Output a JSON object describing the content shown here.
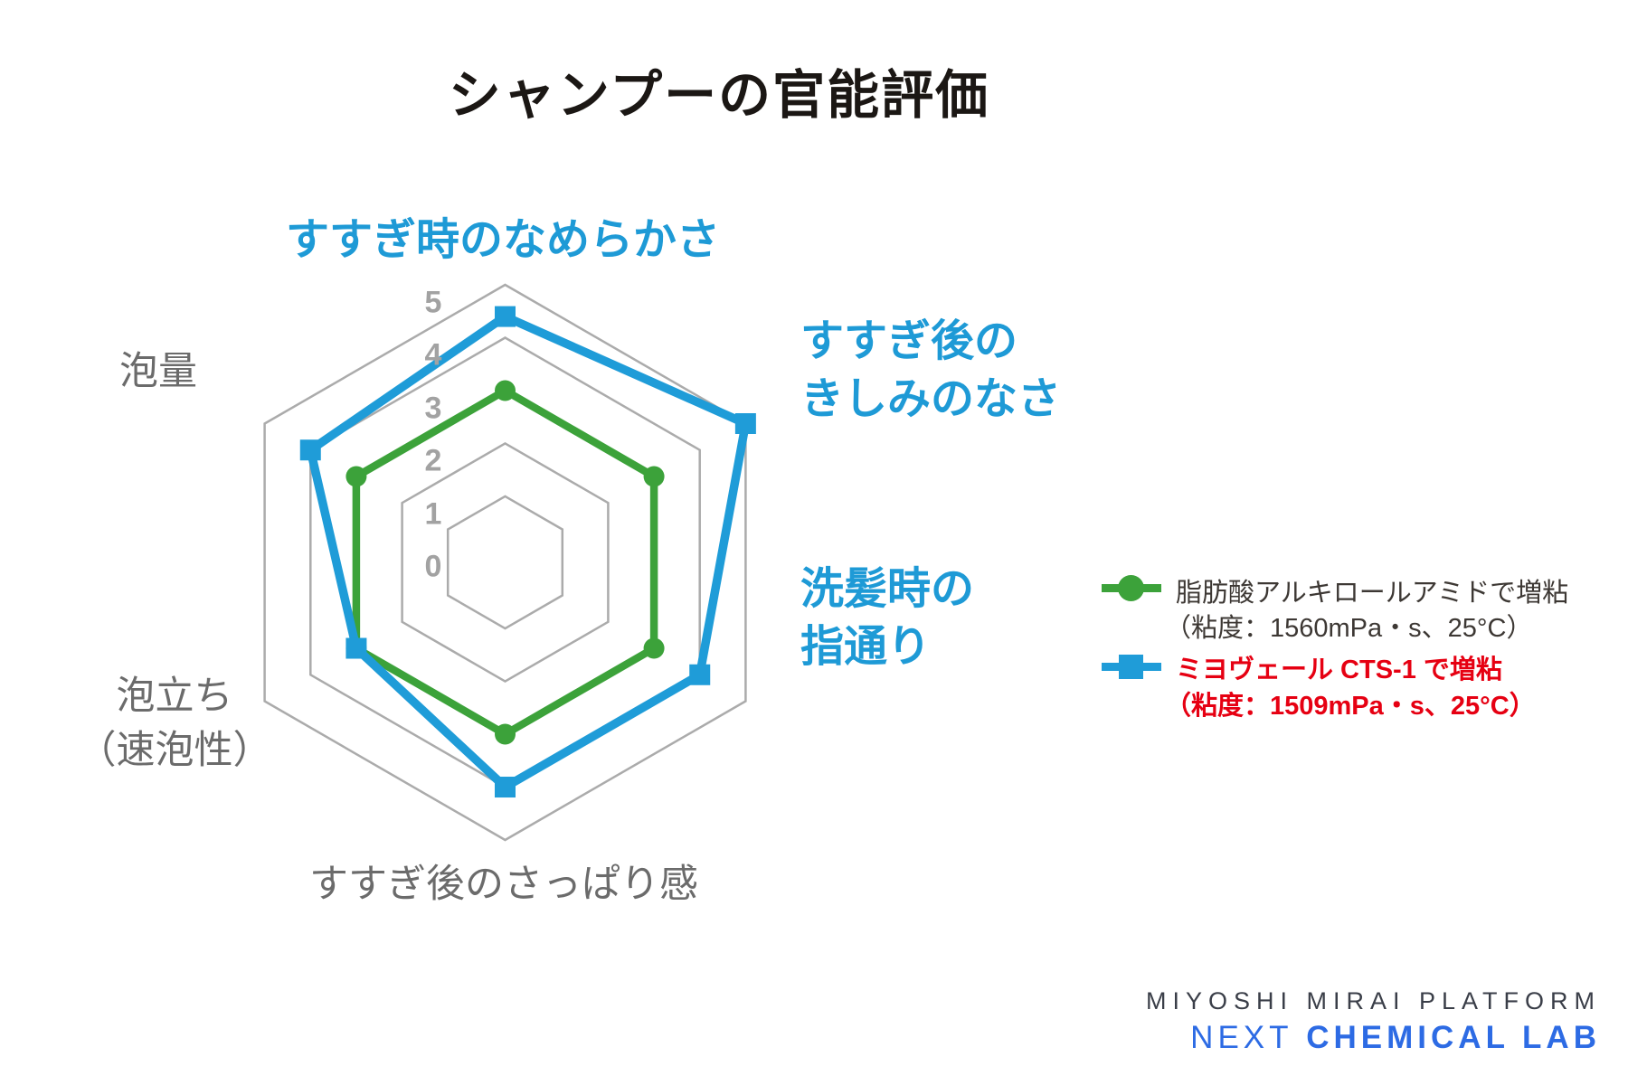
{
  "title": "シャンプーの官能評価",
  "chart_data": {
    "type": "radar",
    "grid_shape": "hexagon",
    "grid_color": "#ababab",
    "categories": [
      "すすぎ時のなめらかさ",
      "すすぎ後のきしみのなさ",
      "洗髪時の指通り",
      "すすぎ後のさっぱり感",
      "泡立ち（速泡性）",
      "泡量"
    ],
    "axis": {
      "min": 0,
      "max": 5,
      "tick_step": 1,
      "tick_labels": [
        "0",
        "1",
        "2",
        "3",
        "4",
        "5"
      ]
    },
    "series": [
      {
        "name": "脂肪酸アルキロールアミドで増粘",
        "detail": "（粘度：1560mPa・s、25°C）",
        "color": "#3ca23a",
        "marker": "circle",
        "values": [
          3,
          3,
          3,
          3,
          3,
          3
        ]
      },
      {
        "name": "ミヨヴェール CTS-1 で増粘",
        "detail": "（粘度：1509mPa・s、25°C）",
        "color": "#1f9cd8",
        "marker": "square",
        "values": [
          4.4,
          5,
          4,
          4,
          3,
          4
        ]
      }
    ]
  },
  "axis_labels": [
    {
      "lines": [
        "すすぎ時のなめらかさ"
      ],
      "style": "blue"
    },
    {
      "lines": [
        "すすぎ後の",
        "きしみのなさ"
      ],
      "style": "blue"
    },
    {
      "lines": [
        "洗髪時の",
        "指通り"
      ],
      "style": "blue"
    },
    {
      "lines": [
        "すすぎ後のさっぱり感"
      ],
      "style": "gray"
    },
    {
      "lines": [
        "泡立ち",
        "（速泡性）"
      ],
      "style": "gray"
    },
    {
      "lines": [
        "泡量"
      ],
      "style": "gray"
    }
  ],
  "legend": {
    "items": [
      {
        "name": "脂肪酸アルキロールアミドで増粘",
        "detail": "（粘度：1560mPa・s、25°C）",
        "marker": "circle",
        "marker_color": "#3ca23a",
        "text_color": "#3d3834"
      },
      {
        "name": "ミヨヴェール CTS-1 で増粘",
        "detail": "（粘度：1509mPa・s、25°C）",
        "marker": "square",
        "marker_color": "#1f9cd8",
        "text_color": "#e60012"
      }
    ]
  },
  "logo": {
    "line1": "MIYOSHI MIRAI PLATFORM",
    "line2_next": "NEXT",
    "line2_rest": " CHEMICAL LAB"
  }
}
